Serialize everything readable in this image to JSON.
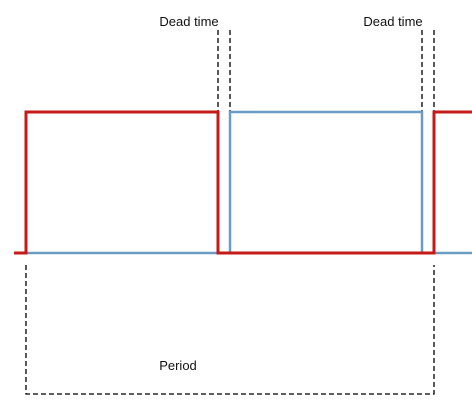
{
  "labels": {
    "dead_time_1": "Dead time",
    "dead_time_2": "Dead time",
    "period": "Period"
  },
  "colors": {
    "signal_a": "#c41a1a",
    "signal_b": "#6b9cc3",
    "dashed": "#000000",
    "background": "#ffffff"
  }
}
